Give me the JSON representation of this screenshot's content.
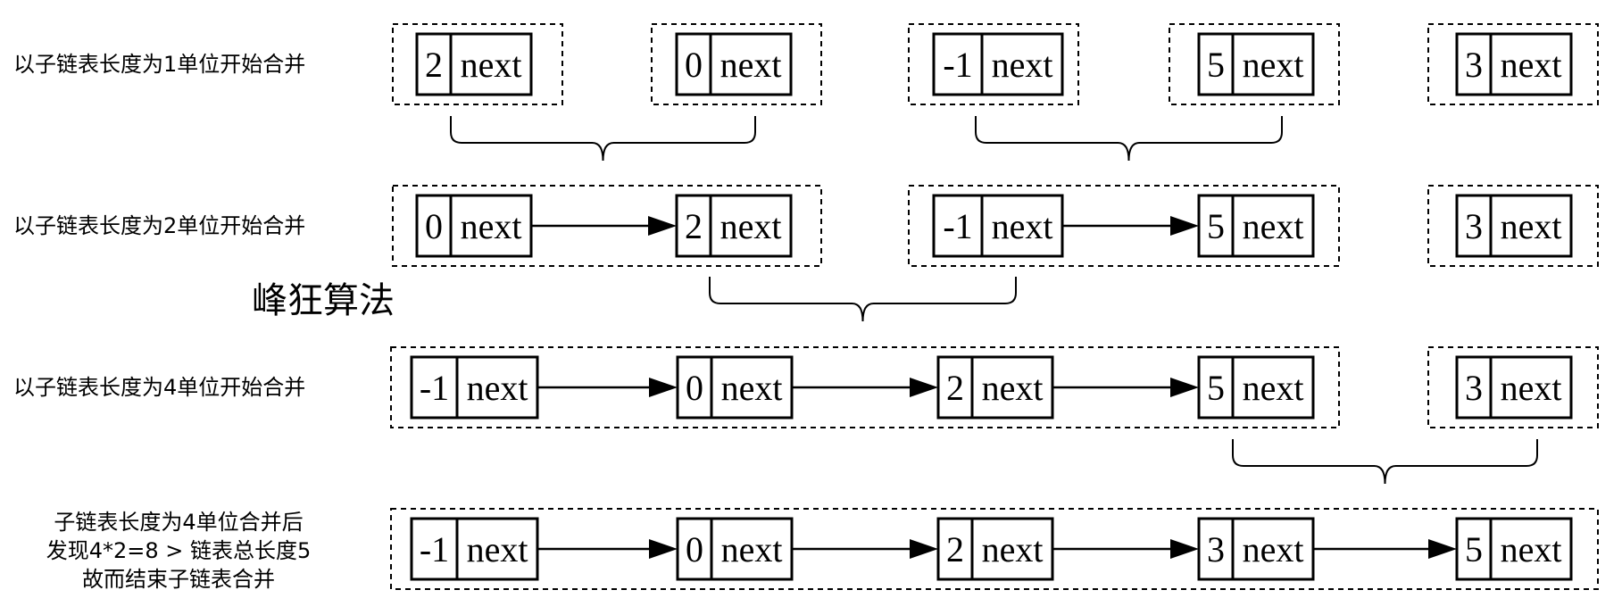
{
  "row_labels": [
    [
      "以子链表长度为1单位开始合并"
    ],
    [
      "以子链表长度为2单位开始合并"
    ],
    [
      "以子链表长度为4单位开始合并"
    ],
    [
      "子链表长度为4单位合并后",
      "发现4*2=8 > 链表总长度5",
      "故而结束子链表合并"
    ]
  ],
  "watermark": "峰狂算法",
  "node_next_label": "next",
  "rows": [
    {
      "nodes": [
        "2",
        "0",
        "-1",
        "5",
        "3"
      ]
    },
    {
      "nodes": [
        "0",
        "2",
        "-1",
        "5",
        "3"
      ]
    },
    {
      "nodes": [
        "-1",
        "0",
        "2",
        "5",
        "3"
      ]
    },
    {
      "nodes": [
        "-1",
        "0",
        "2",
        "3",
        "5"
      ]
    }
  ],
  "colors": {
    "stroke": "#000000",
    "background": "#ffffff"
  }
}
